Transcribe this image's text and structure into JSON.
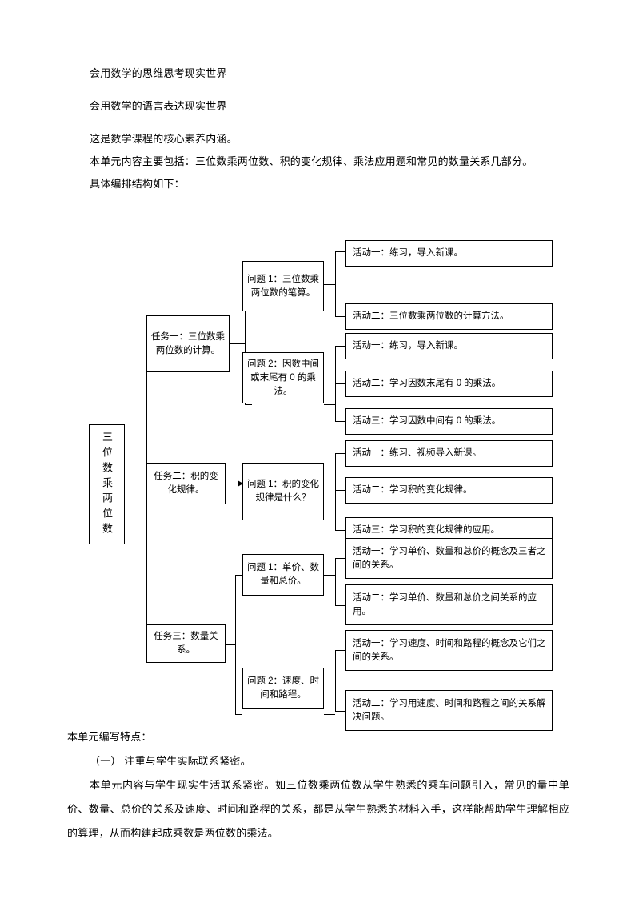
{
  "document": {
    "intro_paragraphs": [
      "会用数学的思维思考现实世界",
      "会用数学的语言表达现实世界",
      "这是数学课程的核心素养内涵。",
      "本单元内容主要包括：三位数乘两位数、积的变化规律、乘法应用题和常见的数量关系几部分。",
      "具体编排结构如下："
    ],
    "closing_paragraphs": [
      "本单元编写特点：",
      "（一） 注重与学生实际联系紧密。",
      "本单元内容与学生现实生活联系紧密。如三位数乘两位数从学生熟悉的乘车问题引入，常见的量中单价、数量、总价的关系及速度、时间和路程的关系，都是从学生熟悉的材料入手，这样能帮助学生理解相应的算理，从而构建起成乘数是两位数的乘法。"
    ]
  },
  "diagram": {
    "root": "三位数乘两位数",
    "tasks": [
      {
        "label": "任务一：三位数乘两位数的计算。"
      },
      {
        "label": "任务二：积的变化规律。"
      },
      {
        "label": "任务三：数量关系。"
      }
    ],
    "questions": [
      {
        "label": "问题 1：三位数乘两位数的笔算。"
      },
      {
        "label": "问题 2：因数中间或末尾有 0 的乘法。"
      },
      {
        "label": "问题 1：积的变化规律是什么？"
      },
      {
        "label": "问题 1：单价、数量和总价。"
      },
      {
        "label": "问题 2：速度、时间和路程。"
      }
    ],
    "activities": [
      {
        "label": "活动一：练习，导入新课。"
      },
      {
        "label": "活动二：三位数乘两位数的计算方法。"
      },
      {
        "label": "活动一：练习，导入新课。"
      },
      {
        "label": "活动二：学习因数末尾有 0 的乘法。"
      },
      {
        "label": "活动三：学习因数中间有 0 的乘法。"
      },
      {
        "label": "活动一：练习、视频导入新课。"
      },
      {
        "label": "活动二：学习积的变化规律。"
      },
      {
        "label": "活动三：学习积的变化规律的应用。"
      },
      {
        "label": "活动一：学习单价、数量和总价的概念及三者之间的关系。"
      },
      {
        "label": "活动二：学习单价、数量和总价之间关系的应用。"
      },
      {
        "label": "活动一：学习速度、时间和路程的概念及它们之间的关系。"
      },
      {
        "label": "活动二：学习用速度、时间和路程之间的关系解决问题。"
      }
    ]
  }
}
